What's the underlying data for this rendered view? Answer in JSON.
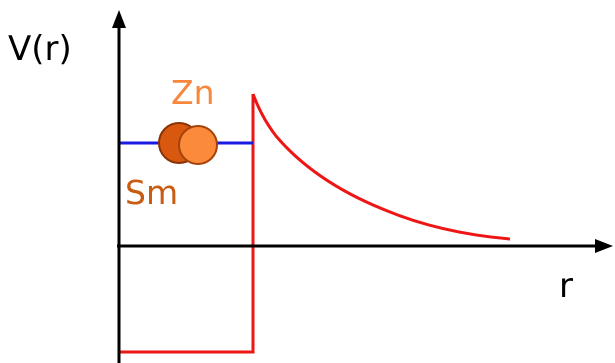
{
  "axes": {
    "y_label": "V(r)",
    "x_label": "r"
  },
  "particles": {
    "zn": {
      "label": "Zn",
      "color": "#f7873c",
      "fill": "#fb8a3a",
      "stroke": "#a5420a"
    },
    "sm": {
      "label": "Sm",
      "color": "#c85c12",
      "fill": "#d9580f",
      "stroke": "#8a3206"
    }
  },
  "colors": {
    "axis": "#000000",
    "potential": "#ee1515",
    "energy_level": "#1a1ae0"
  }
}
